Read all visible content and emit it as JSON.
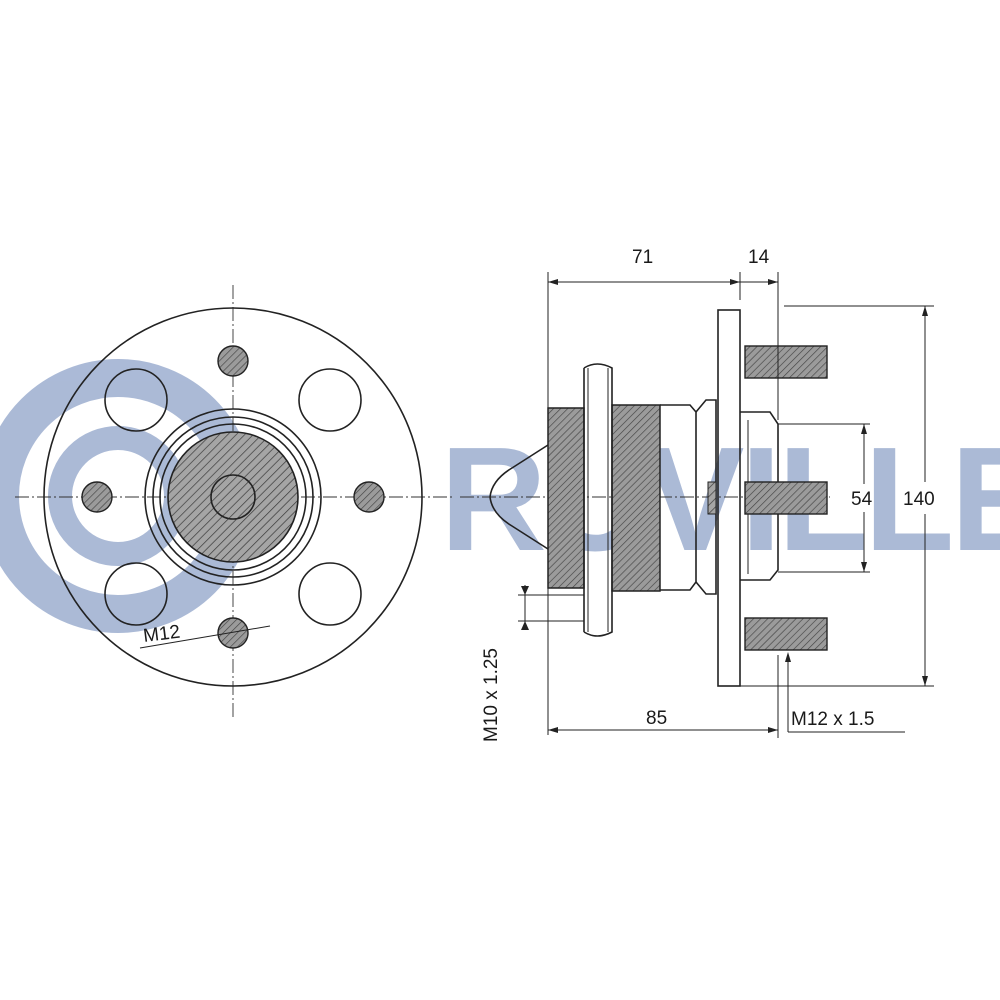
{
  "brand": {
    "watermark_text": "RUVILLE",
    "watermark_color": "#8fa3c9"
  },
  "dimensions": {
    "width_flange_to_face": "71",
    "flange_thickness": "14",
    "overall_length": "85",
    "pilot_diameter": "54",
    "flange_diameter": "140",
    "bolt_thread_front": "M12",
    "bolt_thread_side": "M12 x 1.5",
    "sensor_thread": "M10 x 1.25"
  },
  "colors": {
    "line": "#222222",
    "hatch_fill": "#8c8c8c",
    "stud_fill": "#9a9a9a"
  }
}
